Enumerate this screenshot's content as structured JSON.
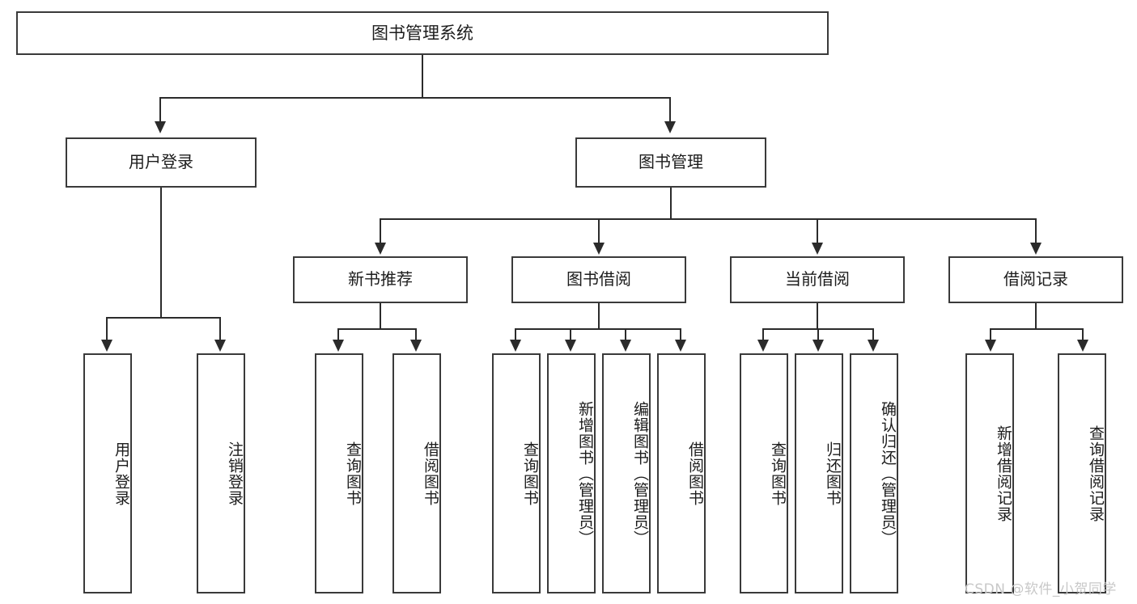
{
  "diagram": {
    "title": "图书管理系统",
    "watermark": "CSDN @软件_小贺同学",
    "root": {
      "label": "图书管理系统"
    },
    "level2": [
      {
        "label": "用户登录"
      },
      {
        "label": "图书管理"
      }
    ],
    "level3": [
      {
        "label": "新书推荐"
      },
      {
        "label": "图书借阅"
      },
      {
        "label": "当前借阅"
      },
      {
        "label": "借阅记录"
      }
    ],
    "leaves": {
      "user_login": [
        {
          "label": "用户登录"
        },
        {
          "label": "注销登录"
        }
      ],
      "new_book_recommend": [
        {
          "label": "查询图书"
        },
        {
          "label": "借阅图书"
        }
      ],
      "book_borrow": [
        {
          "label": "查询图书"
        },
        {
          "label": "新增图书（管理员）"
        },
        {
          "label": "编辑图书（管理员）"
        },
        {
          "label": "借阅图书"
        }
      ],
      "current_borrow": [
        {
          "label": "查询图书"
        },
        {
          "label": "归还图书"
        },
        {
          "label": "确认归还（管理员）"
        }
      ],
      "borrow_record": [
        {
          "label": "新增借阅记录"
        },
        {
          "label": "查询借阅记录"
        }
      ]
    },
    "colors": {
      "stroke": "#3a3a3a",
      "line": "#2b2b2b",
      "text": "#1c1c1c",
      "background": "#ffffff",
      "watermark": "#c8c8c8"
    }
  }
}
